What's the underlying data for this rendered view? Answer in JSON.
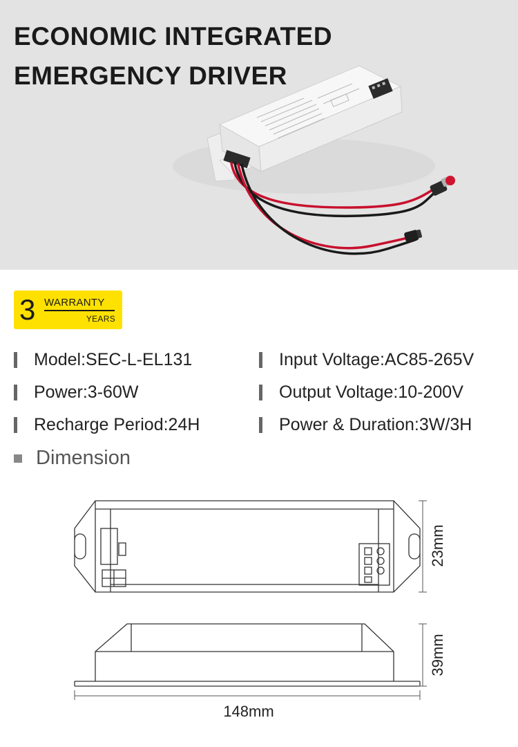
{
  "header": {
    "title_line1": "ECONOMIC INTEGRATED",
    "title_line2": "EMERGENCY DRIVER"
  },
  "warranty": {
    "number": "3",
    "word": "WARRANTY",
    "unit": "YEARS",
    "color": "#FFE100"
  },
  "specs": {
    "model": "Model:SEC-L-EL131",
    "input_voltage": "Input Voltage:AC85-265V",
    "power": "Power:3-60W",
    "output_voltage": "Output Voltage:10-200V",
    "recharge": "Recharge Period:24H",
    "duration": "Power & Duration:3W/3H"
  },
  "dimension": {
    "heading": "Dimension",
    "width_label": "148mm",
    "height_label_top": "23mm",
    "height_label_side": "39mm"
  },
  "colors": {
    "hero_background": "#E3E3E3",
    "wire_red": "#C8102E",
    "wire_black": "#1A1A1A",
    "accent": "#FFE100"
  }
}
